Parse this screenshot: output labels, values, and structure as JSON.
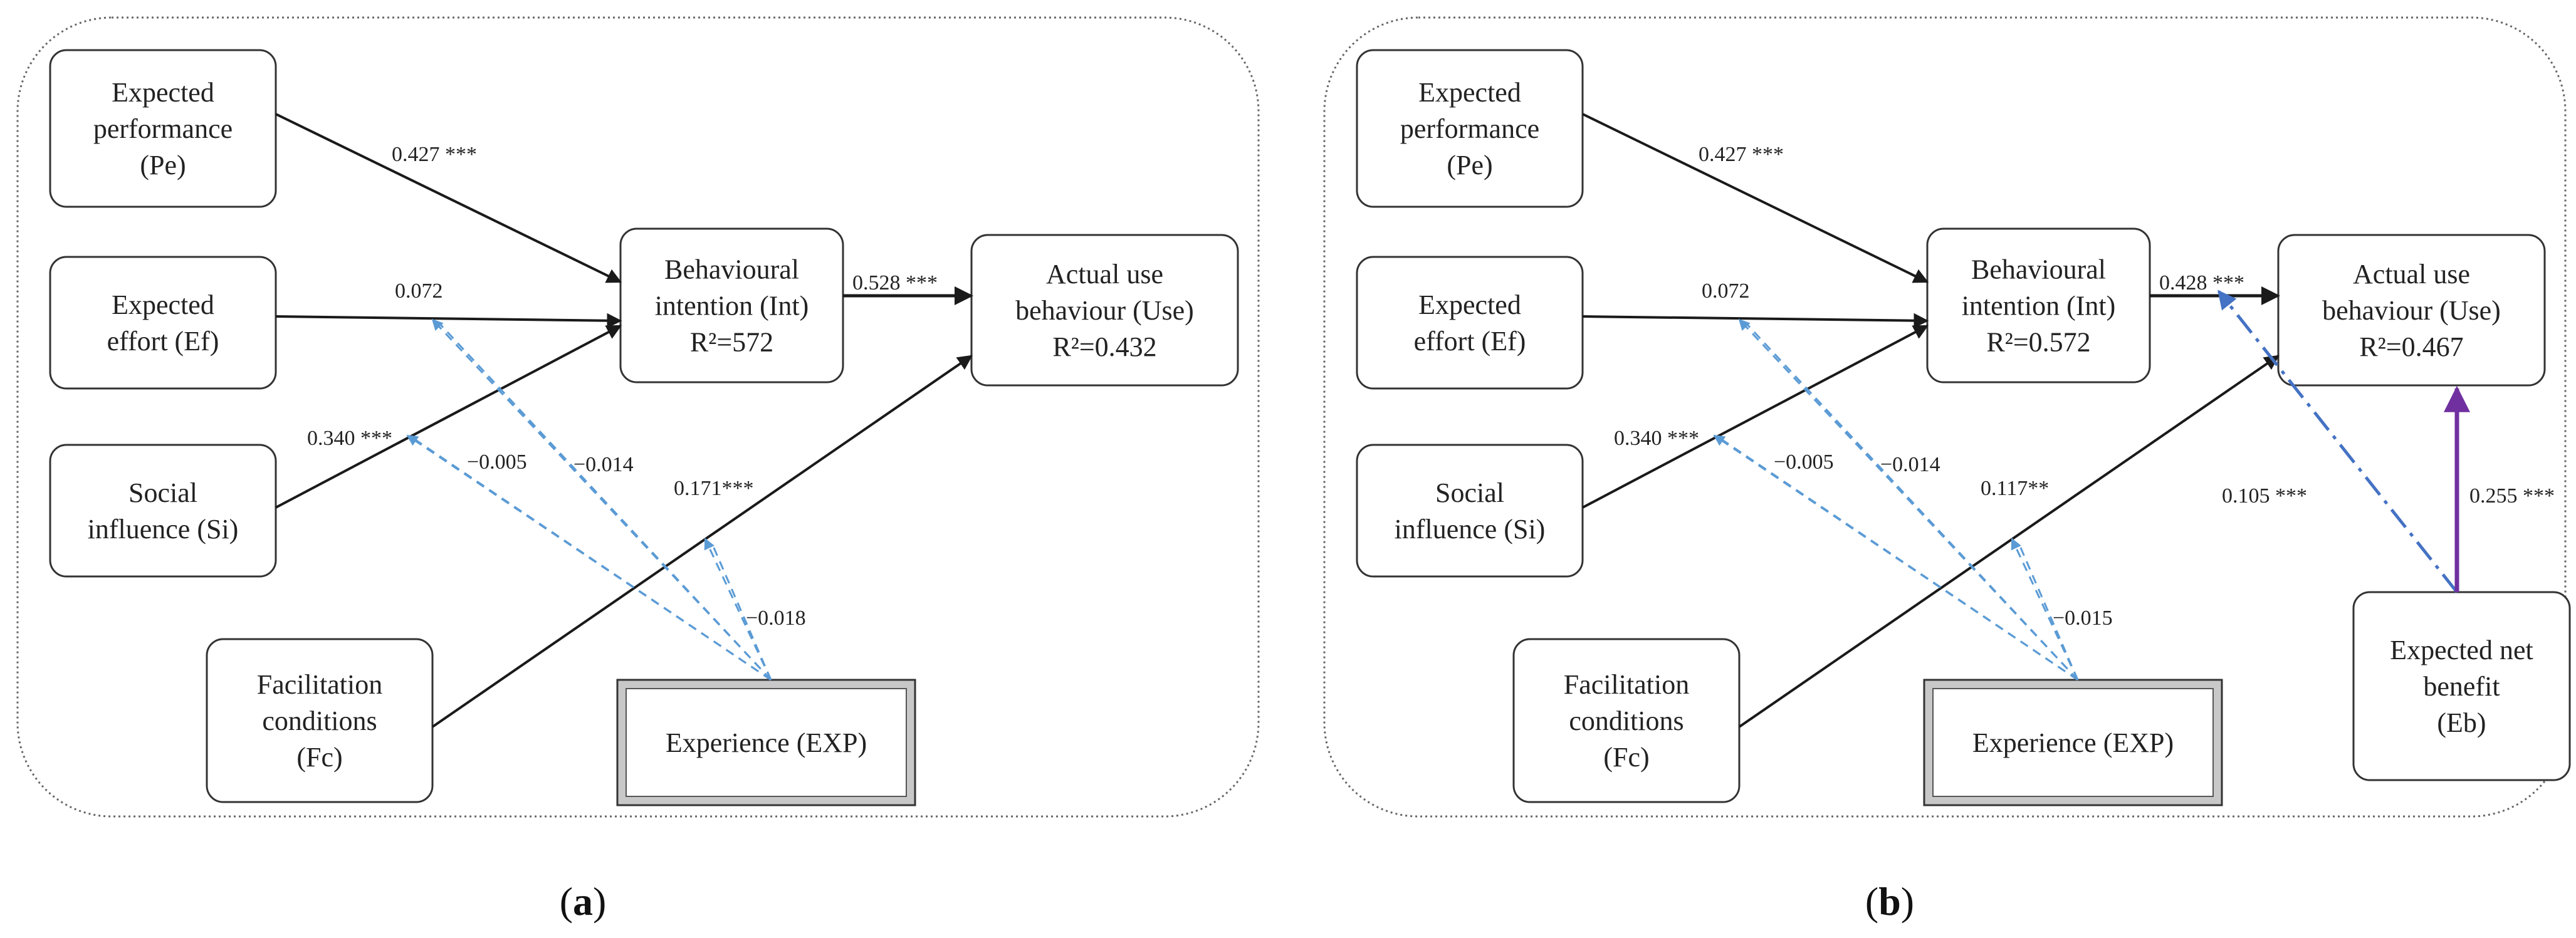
{
  "panels": [
    {
      "id": "a",
      "caption_open": "(",
      "caption_letter": "a",
      "caption_close": ")",
      "nodes": {
        "pe": [
          "Expected",
          "performance",
          "(Pe)"
        ],
        "ef": [
          "Expected",
          "effort (Ef)"
        ],
        "si": [
          "Social",
          "influence (Si)"
        ],
        "fc": [
          "Facilitation",
          "conditions",
          "(Fc)"
        ],
        "int": [
          "Behavioural",
          "intention (Int)",
          "R²=572"
        ],
        "use": [
          "Actual use",
          "behaviour (Use)",
          "R²=0.432"
        ],
        "exp": [
          "Experience (EXP)"
        ]
      },
      "coefficients": {
        "pe_int": "0.427 ***",
        "ef_int": "0.072",
        "si_int": "0.340 ***",
        "int_use": "0.528 ***",
        "fc_use": "0.171***",
        "exp_si": "−0.005",
        "exp_ef": "−0.014",
        "exp_fc": "−0.018"
      }
    },
    {
      "id": "b",
      "caption_open": "(",
      "caption_letter": "b",
      "caption_close": ")",
      "nodes": {
        "pe": [
          "Expected",
          "performance",
          "(Pe)"
        ],
        "ef": [
          "Expected",
          "effort (Ef)"
        ],
        "si": [
          "Social",
          "influence (Si)"
        ],
        "fc": [
          "Facilitation",
          "conditions",
          "(Fc)"
        ],
        "int": [
          "Behavioural",
          "intention (Int)",
          "R²=0.572"
        ],
        "use": [
          "Actual use",
          "behaviour (Use)",
          "R²=0.467"
        ],
        "exp": [
          "Experience (EXP)"
        ],
        "eb": [
          "Expected net",
          "benefit",
          "(Eb)"
        ]
      },
      "coefficients": {
        "pe_int": "0.427 ***",
        "ef_int": "0.072",
        "si_int": "0.340 ***",
        "int_use": "0.428 ***",
        "fc_use": "0.117**",
        "exp_si": "−0.005",
        "exp_ef": "−0.014",
        "exp_fc": "−0.015",
        "eb_mod": "0.105 ***",
        "eb_use": "0.255 ***"
      }
    }
  ],
  "colors": {
    "solid_path": "#1a1a1a",
    "moderation_dashed": "#5b9bd5",
    "dashdot_path": "#4472c4",
    "eb_path": "#7030a0",
    "frame": "#666666",
    "box_border": "#333333"
  }
}
